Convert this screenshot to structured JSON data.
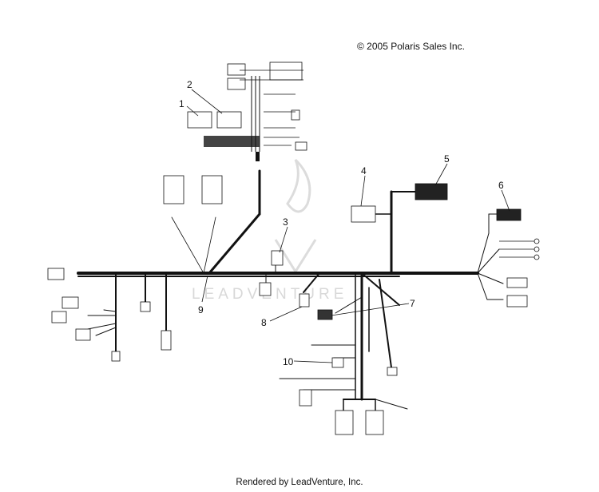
{
  "copyright": "© 2005 Polaris Sales Inc.",
  "footer": "Rendered by LeadVenture, Inc.",
  "watermark": "LEADVENTURE",
  "callouts": [
    "1",
    "2",
    "3",
    "4",
    "5",
    "6",
    "7",
    "8",
    "9",
    "10"
  ],
  "colors": {
    "ink": "#111111",
    "watermark": "#d8d8d8"
  },
  "icons": [
    "connector-icon",
    "relay-icon",
    "switch-icon",
    "watermark-logo-icon"
  ]
}
